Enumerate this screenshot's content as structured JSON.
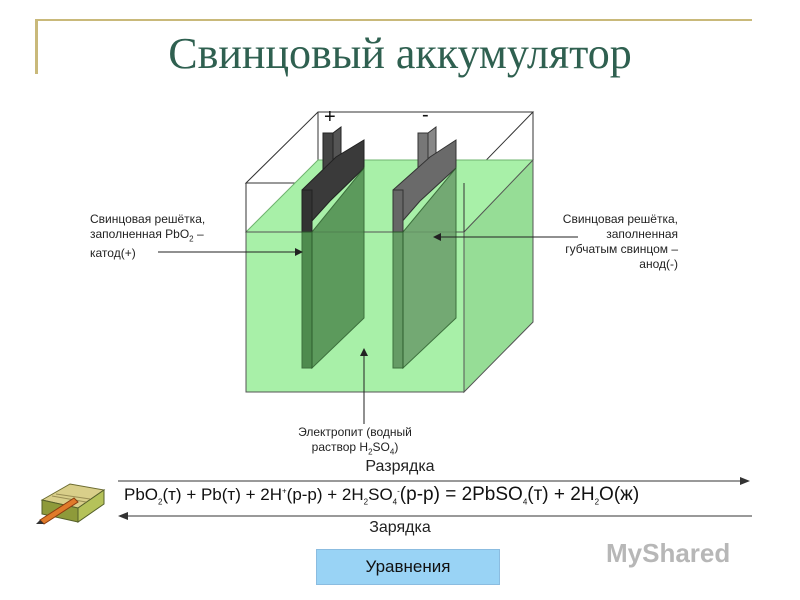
{
  "title": "Свинцовый аккумулятор",
  "terminals": {
    "plus": "+",
    "minus": "-"
  },
  "labels": {
    "cathode_line1": "Свинцовая решётка,",
    "cathode_line2a": "заполненная PbO",
    "cathode_line2_sub": "2",
    "cathode_line2b": " –",
    "cathode_line3": "катод(+)",
    "anode_line1": "Свинцовая решётка,",
    "anode_line2": "заполненная",
    "anode_line3": "губчатым свинцом –",
    "anode_line4": "анод(-)",
    "electrolyte_line1": "Электропит (водный",
    "electrolyte_line2a": "раствор H",
    "electrolyte_sub1": "2",
    "electrolyte_line2b": "SO",
    "electrolyte_sub2": "4",
    "electrolyte_line2c": ")"
  },
  "reaction": {
    "discharge_label": "Разрядка",
    "charge_label": "Зарядка",
    "eq_a": "PbO",
    "eq_sub1": "2",
    "eq_b": "(т) + Pb(т) + 2H",
    "eq_sup1": "+",
    "eq_c": "(р-р) + 2H",
    "eq_sub2": "2",
    "eq_d": "SO",
    "eq_sub3": "4",
    "eq_sup2": "-",
    "eq_e": "(р-р) = 2PbSO",
    "eq_sub4": "4",
    "eq_f": "(т) + 2H",
    "eq_sub5": "2",
    "eq_g": "O(ж)"
  },
  "button": {
    "label": "Уравнения"
  },
  "logo": {
    "text": "MyShared"
  },
  "colors": {
    "title": "#2f6050",
    "liquid": "#a8f0a8",
    "liquid_side": "#96dd96",
    "cathode_plate": "#333333",
    "anode_plate": "#6a6a6a",
    "button": "#99d3f5"
  }
}
